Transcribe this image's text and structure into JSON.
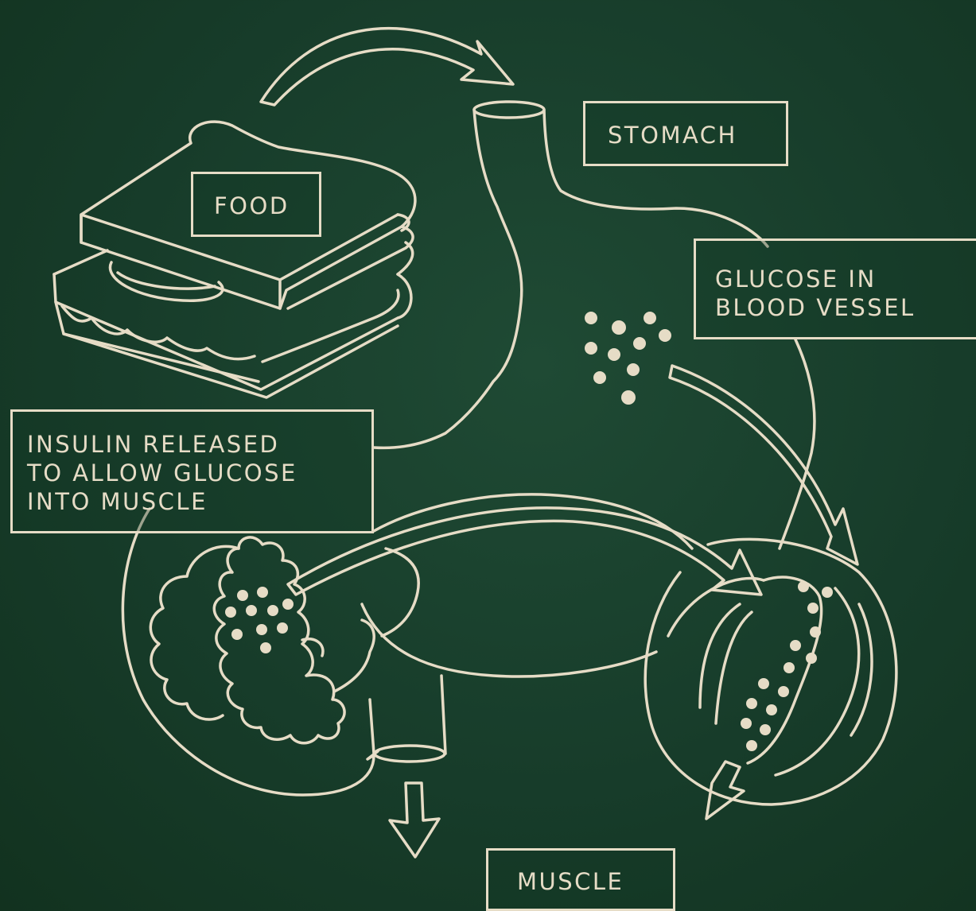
{
  "colors": {
    "background": "#173c2a",
    "chalk": "#e6dcc6"
  },
  "labels": {
    "food": "FOOD",
    "stomach": "STOMACH",
    "glucose_line1": "GLUCOSE IN",
    "glucose_line2": "BLOOD VESSEL",
    "insulin_line1": "INSULIN RELEASED",
    "insulin_line2": "TO ALLOW GLUCOSE",
    "insulin_line3": "INTO MUSCLE",
    "muscle": "MUSCLE"
  },
  "icons": [
    "sandwich-icon",
    "stomach-icon",
    "pancreas-icon",
    "muscle-cross-section-icon",
    "glucose-dots-icon",
    "arrow-icon"
  ]
}
